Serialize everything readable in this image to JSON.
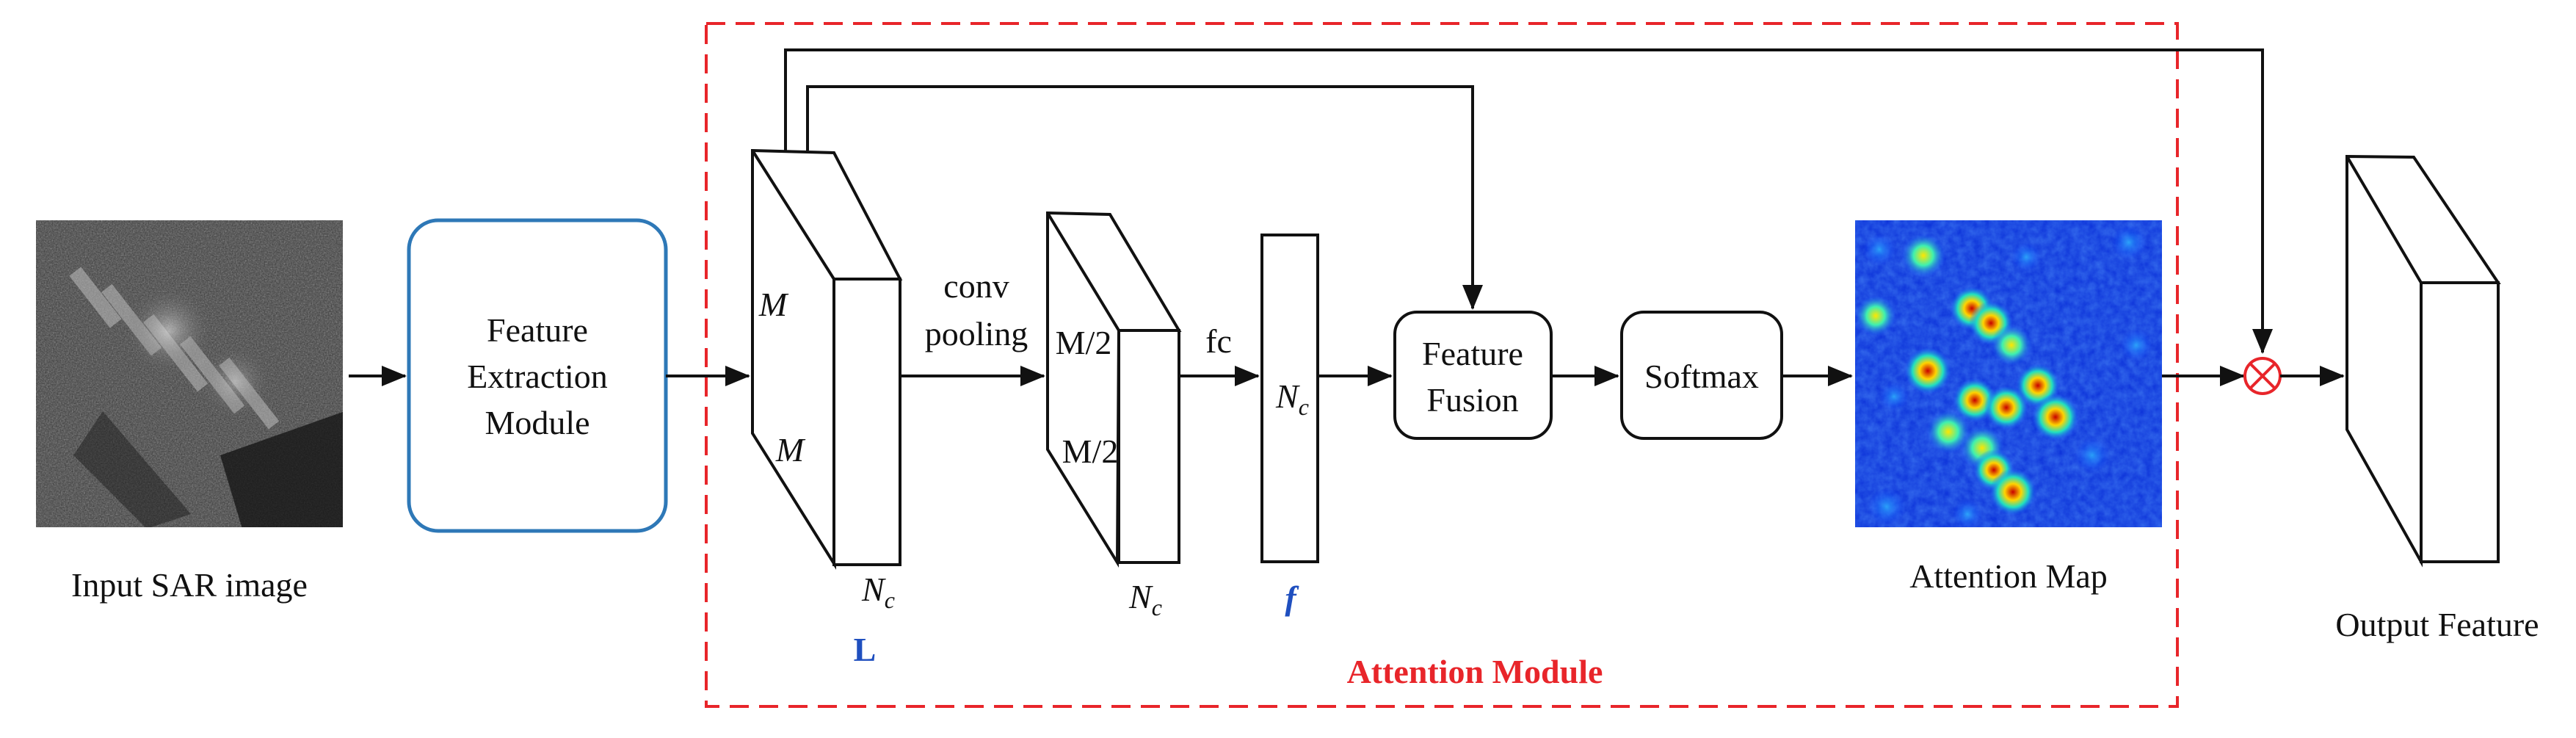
{
  "diagram": {
    "input": {
      "label": "Input SAR image"
    },
    "feature_extraction": {
      "line1": "Feature",
      "line2": "Extraction",
      "line3": "Module"
    },
    "block_L": {
      "dim_top": "M",
      "dim_bottom": "M",
      "dim_depth": "N",
      "dim_depth_sub": "c",
      "name": "L"
    },
    "conv_pooling": {
      "line1": "conv",
      "line2": "pooling"
    },
    "block_half": {
      "dim_top": "M/2",
      "dim_bottom": "M/2",
      "dim_depth": "N",
      "dim_depth_sub": "c"
    },
    "fc_label": "fc",
    "vector_f": {
      "dim": "N",
      "dim_sub": "c",
      "name": "f"
    },
    "feature_fusion": {
      "line1": "Feature",
      "line2": "Fusion"
    },
    "softmax": {
      "label": "Softmax"
    },
    "attention_map": {
      "label": "Attention Map"
    },
    "output": {
      "label": "Output Feature"
    },
    "attention_module": {
      "label": "Attention Module"
    },
    "colors": {
      "module_border": "#e8252a",
      "module_label": "#e8252a",
      "extraction_border": "#2e78b7",
      "highlight_blue": "#1f4fbf",
      "multiply_symbol": "#e8252a"
    }
  }
}
